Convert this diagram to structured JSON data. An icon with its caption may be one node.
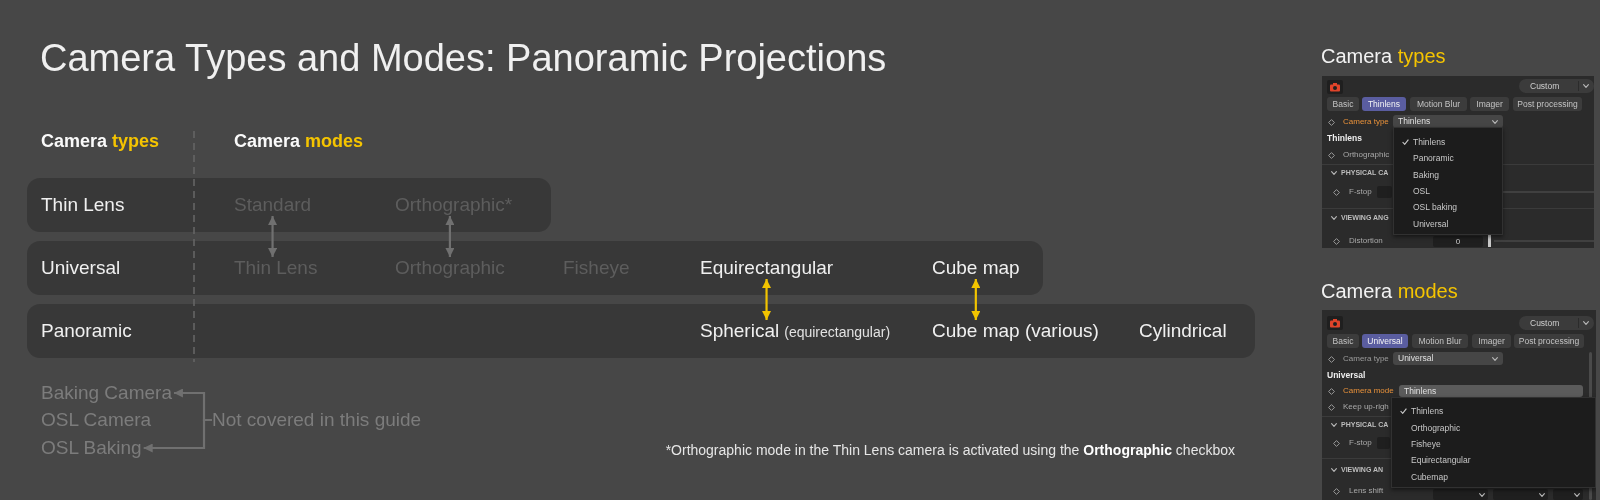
{
  "diagram": {
    "title": "Camera Types and Modes: Panoramic Projections",
    "nodes": [
      {
        "text": [
          "Thin Lens"
        ]
      },
      {
        "text": [
          "Standard"
        ],
        "in": 0
      },
      {
        "text": [
          "Orthographic*"
        ],
        "in": 0
      },
      {
        "text": [
          "Universal",
          "Fisheye"
        ]
      },
      {
        "text": [
          "Thin Lens"
        ],
        "in": 3
      },
      {
        "text": [
          "Orthographic"
        ],
        "in": 3
      },
      {
        "text": [
          "Equirectangular"
        ],
        "in": 3
      },
      {
        "text": [
          "Cube map"
        ],
        "in": 3
      },
      {
        "text": [
          "Panoramic",
          "Cylindrical"
        ]
      },
      {
        "text": [
          "Spherical",
          "(equirectangular)"
        ],
        "in": 8
      },
      {
        "text": [
          "Cube map (various)"
        ],
        "in": 8
      },
      {
        "text": [
          "Baking Camera"
        ]
      },
      {
        "text": [
          "OSL Baking"
        ]
      },
      {
        "text": [
          "Not covered in this guide"
        ]
      }
    ],
    "edges": [
      {
        "from": 1,
        "to": 4,
        "arrow": "both"
      },
      {
        "from": 2,
        "to": 5,
        "arrow": "both"
      },
      {
        "from": 6,
        "to": 9,
        "arrow": "both",
        "color": "#f2c400"
      },
      {
        "from": 7,
        "to": 10,
        "arrow": "both",
        "color": "#f2c400"
      },
      {
        "from": 13,
        "to": 11,
        "arrow": "to"
      },
      {
        "from": 13,
        "to": 12,
        "arrow": "to"
      }
    ],
    "labels": [
      "Camera types",
      "Camera modes",
      "OSL Camera",
      "*Orthographic mode in the Thin Lens camera is activated using the **Orthographic** checkbox",
      "Camera types",
      "Custom",
      "Basic",
      "Thinlens",
      "Motion Blur",
      "Imager",
      "Post processing",
      "Camera type",
      "Thinlens",
      "Thinlens",
      "Orthographic",
      "PHYSICAL CA",
      "F-stop",
      "VIEWING ANG",
      "Distortion",
      "0",
      "Thinlens",
      "Panoramic",
      "Baking",
      "OSL",
      "OSL baking",
      "Universal",
      "Camera modes",
      "Custom",
      "Basic",
      "Universal",
      "Motion Blur",
      "Imager",
      "Post processing",
      "Camera type",
      "Universal",
      "Universal",
      "Camera mode",
      "Thinlens",
      "Keep up-righ",
      "PHYSICAL CA",
      "F-stop",
      "VIEWING AN",
      "Lens shift",
      "Thinlens",
      "Orthographic",
      "Fisheye",
      "Equirectangular",
      "Cubemap"
    ]
  }
}
